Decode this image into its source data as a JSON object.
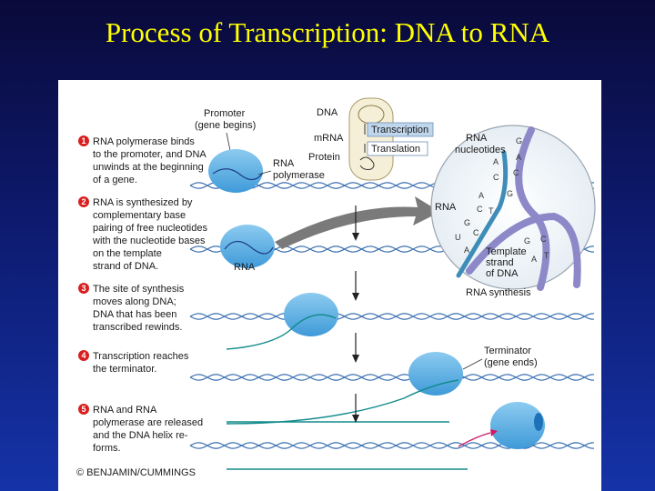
{
  "slide": {
    "title": "Process of Transcription:  DNA to RNA"
  },
  "figure": {
    "steps": [
      {
        "number": "1",
        "lines": [
          "RNA polymerase binds",
          "to the promoter, and DNA",
          "unwinds at the beginning",
          "of a gene."
        ]
      },
      {
        "number": "2",
        "lines": [
          "RNA is synthesized by",
          "complementary base",
          "pairing of free nucleotides",
          "with the nucleotide bases",
          "on the template",
          "strand of DNA."
        ]
      },
      {
        "number": "3",
        "lines": [
          "The site of synthesis",
          "moves along DNA;",
          "DNA that has been",
          "transcribed rewinds."
        ]
      },
      {
        "number": "4",
        "lines": [
          "Transcription reaches",
          "the terminator."
        ]
      },
      {
        "number": "5",
        "lines": [
          "RNA and RNA",
          "polymerase are released",
          "and the DNA helix re-",
          "forms."
        ]
      }
    ],
    "labels": {
      "promoter": [
        "Promoter",
        "(gene begins)"
      ],
      "rna_polymerase": [
        "RNA",
        "polymerase"
      ],
      "rna": "RNA",
      "terminator": [
        "Terminator",
        "(gene ends)"
      ],
      "copyright": "© BENJAMIN/CUMMINGS"
    },
    "inset": {
      "dna": "DNA",
      "mrna": "mRNA",
      "protein": "Protein",
      "transcription": "Transcription",
      "translation": "Translation"
    },
    "zoom": {
      "nucleotides_label": [
        "RNA",
        "nucleotides"
      ],
      "rna_label": "RNA",
      "template_label": [
        "Template",
        "strand",
        "of DNA"
      ],
      "caption": "RNA synthesis",
      "bases": [
        "G",
        "A",
        "C",
        "A",
        "C",
        "G",
        "T",
        "A",
        "C",
        "G",
        "U",
        "C",
        "A",
        "G",
        "C",
        "T",
        "A"
      ]
    }
  }
}
